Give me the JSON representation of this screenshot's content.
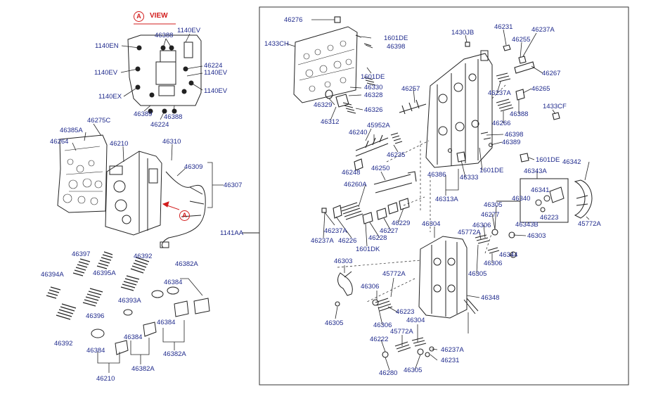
{
  "view": {
    "title": "VIEW",
    "letter": "A"
  },
  "labels": [
    "1140EN",
    "46388",
    "1140EV",
    "1140EV",
    "46224",
    "1140EV",
    "1140EX",
    "1140EV",
    "46389",
    "46388",
    "46224",
    "46385A",
    "46275C",
    "46264",
    "46210",
    "46310",
    "46309",
    "46307",
    "46397",
    "46392",
    "46395A",
    "46394A",
    "46393A",
    "46396",
    "46392",
    "46382A",
    "46384",
    "46384",
    "46384",
    "46382A",
    "46384",
    "46382A",
    "46210",
    "1141AA",
    "46276",
    "1433CH",
    "1601DE",
    "46398",
    "1601DE",
    "46330",
    "46328",
    "46329",
    "46326",
    "46312",
    "45952A",
    "46240",
    "46235",
    "46248",
    "46250",
    "46260A",
    "46237A",
    "46237A",
    "46226",
    "46229",
    "46227",
    "46228",
    "1601DK",
    "1430JB",
    "46231",
    "46237A",
    "46255",
    "46267",
    "46257",
    "46237A",
    "46265",
    "46266",
    "46388",
    "1433CF",
    "46398",
    "46389",
    "1601DE",
    "1601DE",
    "46333",
    "46386",
    "46313A",
    "46343A",
    "46342",
    "46341",
    "46340",
    "46343B",
    "46223",
    "45772A",
    "46305",
    "46277",
    "46304",
    "46306",
    "45772A",
    "46303",
    "46306",
    "46305",
    "46344",
    "46303",
    "45772A",
    "46306",
    "46223",
    "46305",
    "46306",
    "46304",
    "45772A",
    "46222",
    "46237A",
    "46231",
    "46305",
    "46280",
    "46348"
  ]
}
